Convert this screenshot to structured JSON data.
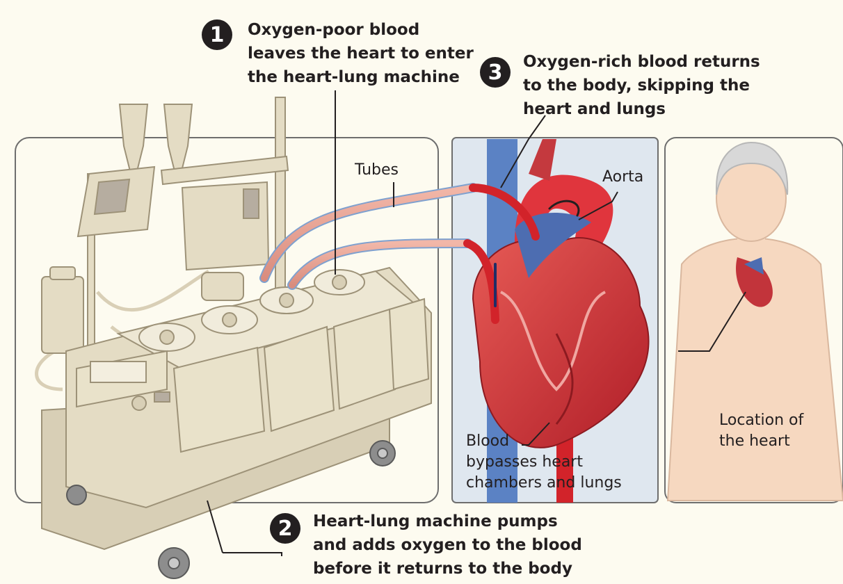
{
  "steps": [
    {
      "number": "1",
      "text_lines": [
        "Oxygen-poor blood",
        "leaves the heart to enter",
        "the heart-lung machine"
      ]
    },
    {
      "number": "2",
      "text_lines": [
        "Heart-lung machine pumps",
        "and adds oxygen to the blood",
        "before it returns to the body"
      ]
    },
    {
      "number": "3",
      "text_lines": [
        "Oxygen-rich blood returns",
        "to the body, skipping the",
        "heart and lungs"
      ]
    }
  ],
  "callouts": {
    "tubes": "Tubes",
    "aorta": "Aorta",
    "blood_bypass": [
      "Blood",
      "bypasses heart",
      "chambers and lungs"
    ],
    "location": [
      "Location of",
      "the heart"
    ]
  },
  "colors": {
    "background": "#fdfbf0",
    "panel_border": "#6e6e6e",
    "heart_panel_bg": "#dfe7ef",
    "machine": "#e4dcc4",
    "oxygen_rich": "#d2232a",
    "oxygen_poor": "#3f6fb5",
    "skin": "#f6d8c0"
  }
}
